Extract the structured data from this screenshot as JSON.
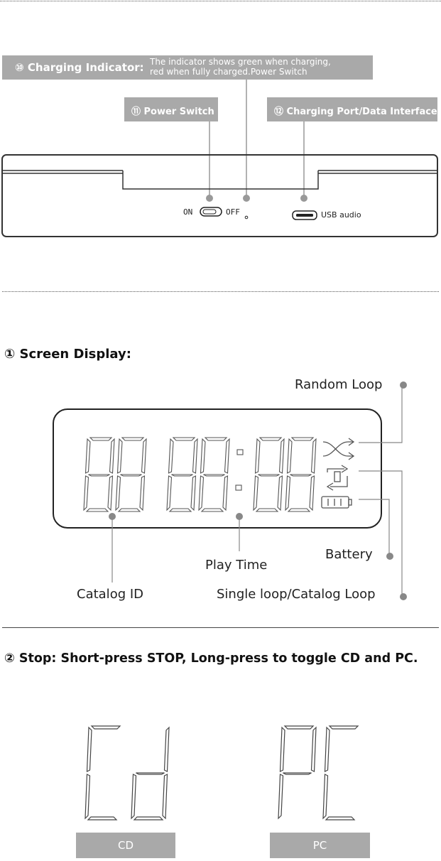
{
  "device_section": {
    "charging_indicator": {
      "label": "⑩ Charging Indicator:",
      "description_line1": "The indicator shows green when charging,",
      "description_line2": "red when fully charged.Power Switch"
    },
    "power_switch": {
      "label": "⑪ Power Switch"
    },
    "charging_port": {
      "label": "⑫ Charging Port/Data Interface"
    },
    "device_text": {
      "on": "ON",
      "off": "OFF",
      "usb_audio": "USB audio"
    }
  },
  "screen_section": {
    "title": "① Screen Display:",
    "random_loop": "Random Loop",
    "battery": "Battery",
    "play_time": "Play Time",
    "catalog_id": "Catalog ID",
    "single_catalog_loop": "Single loop/Catalog Loop",
    "lcd_digits": "88 88:88"
  },
  "stop_section": {
    "title": "② Stop: Short-press STOP,  Long-press to toggle CD and PC.",
    "cd_glyph": "Cd",
    "pc_glyph": "PC",
    "cd_label": "CD",
    "pc_label": "PC"
  },
  "colors": {
    "label_grey": "#a9a9a9",
    "line": "#555555",
    "dot": "#888888"
  }
}
